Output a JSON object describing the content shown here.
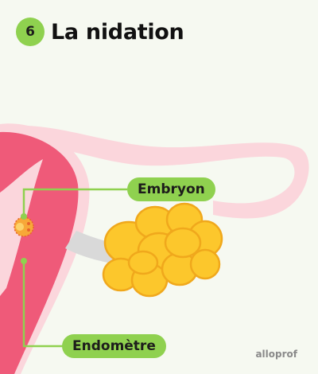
{
  "header": {
    "step_number": "6",
    "title": "La nidation"
  },
  "labels": {
    "embryo": "Embryon",
    "endometrium": "Endomètre"
  },
  "brand": "alloprof",
  "colors": {
    "accent_green": "#8fd14f",
    "uterus_wall_pink": "#ef5a79",
    "tube_light_pink": "#fbd6dc",
    "ovary_yellow": "#fcc72c",
    "ligament_gray": "#d9d9d9",
    "background": "#f6f9f1"
  }
}
